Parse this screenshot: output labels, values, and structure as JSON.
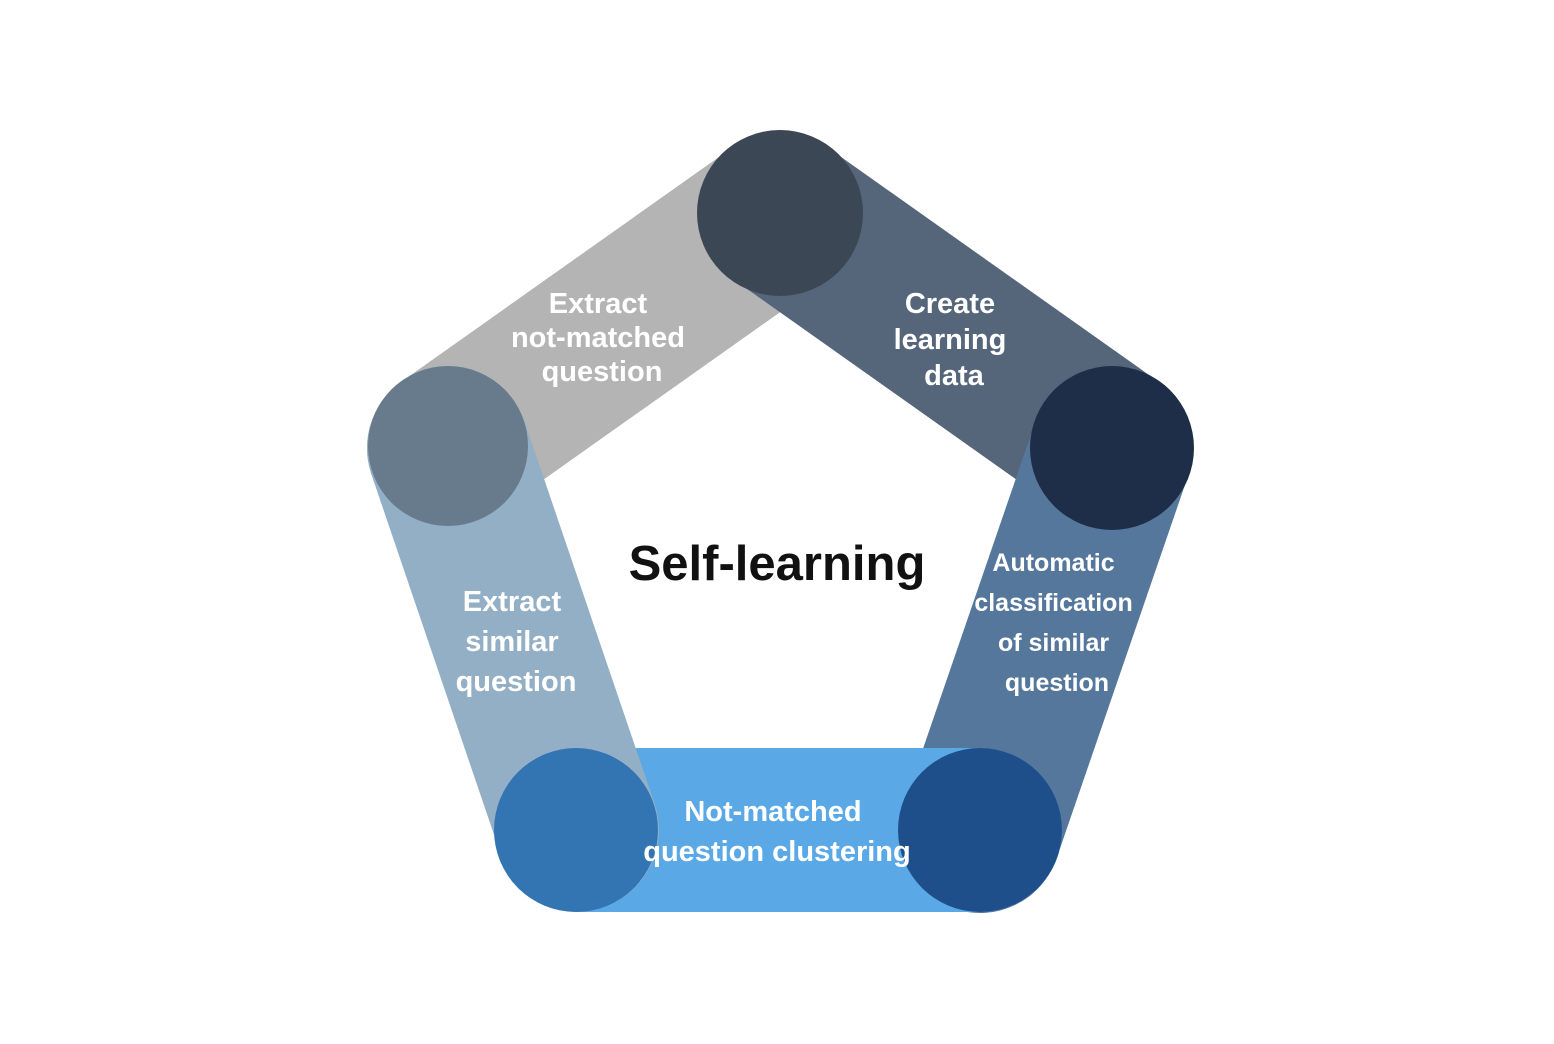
{
  "title": "Self-learning",
  "colors": {
    "gray_band": "#b4b4b4",
    "slate_band": "#56667a",
    "steel_band": "#55779b",
    "light_blue_band": "#5aa9e6",
    "pale_steel_band": "#93afc5",
    "top_node": "#3c4756",
    "right_node": "#1f2e48",
    "bottom_right_node": "#1f4f8a",
    "bottom_left_node": "#3374b3",
    "left_node": "#677b8d",
    "label_text": "#ffffff",
    "title_text": "#111111"
  },
  "steps": [
    {
      "id": "extract-not-matched",
      "lines": [
        "Extract",
        "not-matched",
        "question"
      ]
    },
    {
      "id": "create-learning-data",
      "lines": [
        "Create",
        "learning",
        "data"
      ]
    },
    {
      "id": "automatic-classification",
      "lines": [
        "Automatic",
        "classification",
        "of similar",
        "question"
      ]
    },
    {
      "id": "clustering",
      "lines": [
        "Not-matched",
        "question clustering"
      ]
    },
    {
      "id": "extract-similar",
      "lines": [
        "Extract",
        "similar",
        "question"
      ]
    }
  ]
}
